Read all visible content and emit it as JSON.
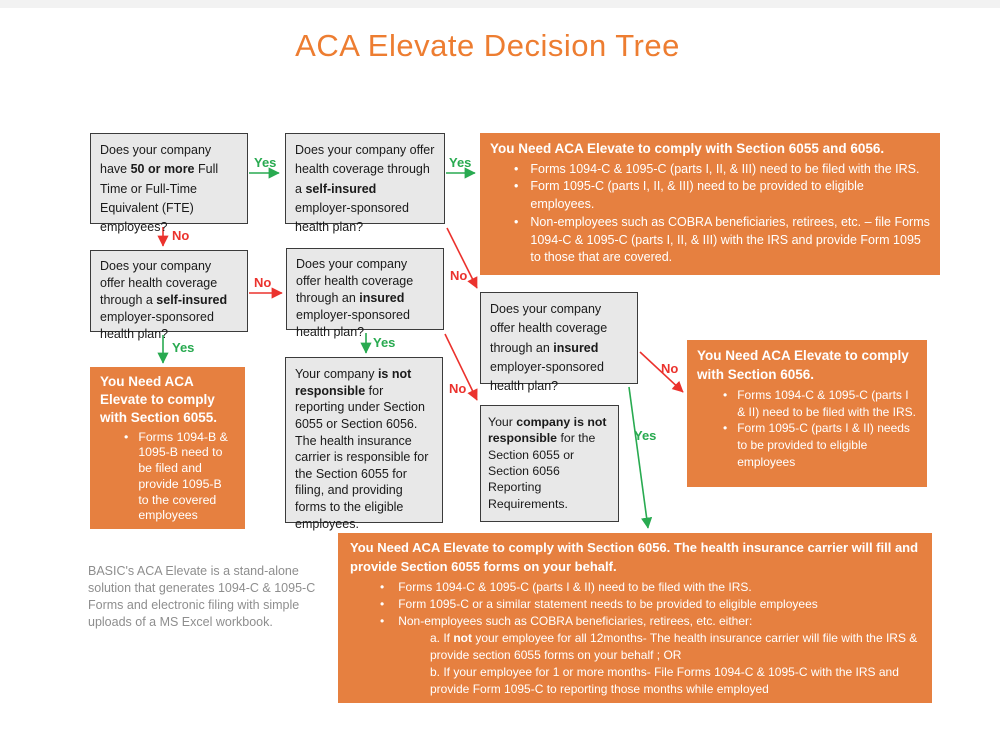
{
  "page": {
    "title": "ACA Elevate Decision Tree"
  },
  "edge_labels": {
    "yes": "Yes",
    "no": "No"
  },
  "colors": {
    "title_orange": "#ED7D31",
    "outcome_orange": "#E68040",
    "question_gray": "#E8E8E8",
    "yes_green": "#28AA50",
    "no_red": "#EB322D",
    "footer_gray": "#8E8E8E"
  },
  "questions": {
    "fte": {
      "pre": "Does your company have ",
      "bold": "50 or more",
      "post": " Full Time or Full-Time Equivalent (FTE) employees?"
    },
    "self_insured": {
      "pre": "Does your company offer health coverage through a ",
      "bold": "self-insured",
      "post": " employer-sponsored health plan?"
    },
    "insured": {
      "pre": "Does your company offer health coverage through an ",
      "bold": "insured",
      "post": " employer-sponsored health plan?"
    }
  },
  "statements": {
    "not_responsible_long": {
      "pre": "Your company ",
      "bold": "is not responsible",
      "post": " for reporting under Section 6055 or Section 6056. The health insurance carrier is responsible for the Section 6055 for filing, and providing forms to the eligible employees."
    },
    "not_responsible_short": {
      "pre": "Your ",
      "bold": "company is not responsible",
      "post": " for the Section 6055 or Section 6056 Reporting Requirements."
    }
  },
  "outcomes": {
    "sec_6055_6056": {
      "title": "You Need ACA Elevate to comply with Section 6055 and 6056.",
      "bullets": [
        "Forms 1094-C & 1095-C (parts I, II, & III) need to be filed with the IRS.",
        "Form 1095-C (parts I, II, & III) need to be provided to eligible employees.",
        "Non-employees such as COBRA beneficiaries, retirees, etc. –  file Forms 1094-C & 1095-C (parts I, II, & III) with the IRS and provide Form 1095 to those that are covered."
      ]
    },
    "sec_6055": {
      "title": "You Need ACA Elevate to comply with Section 6055.",
      "bullets": [
        "Forms 1094-B & 1095-B need to be filed and provide 1095-B to the covered employees"
      ]
    },
    "sec_6056": {
      "title": "You Need ACA Elevate to comply with Section 6056.",
      "bullets": [
        "Forms 1094-C & 1095-C (parts I & II) need to be filed with the IRS.",
        "Form 1095-C (parts I & II) needs to be provided to eligible employees"
      ]
    },
    "sec_6056_carrier": {
      "title": "You Need ACA Elevate to comply with Section 6056. The health insurance carrier will fill and provide Section 6055 forms on your behalf.",
      "bullets": [
        "Forms 1094-C & 1095-C (parts I & II) need to be filed with the IRS.",
        "Form 1095-C or a similar statement needs to be provided to eligible employees",
        "Non-employees such as COBRA beneficiaries, retirees, etc. either:"
      ],
      "sub_a": {
        "pre": "a. If ",
        "bold": "not",
        "post": " your employee for all 12months- The health insurance carrier will file with the IRS & provide section 6055 forms on your behalf ; OR"
      },
      "sub_b": "b. If your employee for 1 or more months- File Forms 1094-C & 1095-C with the IRS and provide Form 1095-C to reporting those months while employed"
    }
  },
  "footer": {
    "note": "BASIC's ACA Elevate is a stand-alone solution that generates 1094-C & 1095-C Forms and electronic filing with simple uploads of a MS Excel workbook."
  }
}
